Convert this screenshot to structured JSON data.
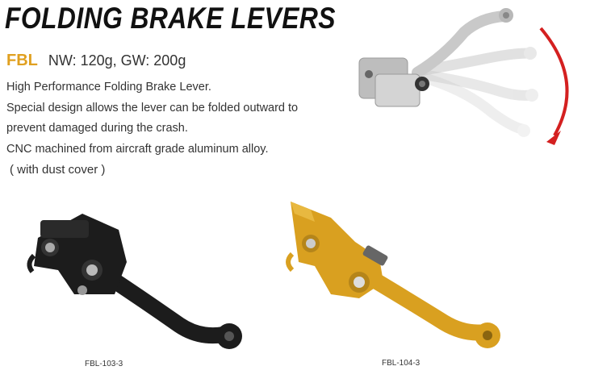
{
  "title": "FOLDING BRAKE LEVERS",
  "model": {
    "code": "FBL",
    "weights": "NW: 120g, GW: 200g"
  },
  "description": [
    "High Performance Folding Brake Lever.",
    "Special design allows the lever can be folded outward to",
    "prevent damaged during the crash.",
    "CNC machined from aircraft grade aluminum alloy."
  ],
  "note": "( with dust cover )",
  "products": [
    {
      "code": "FBL-103-3",
      "finish_color": "#1c1c1c"
    },
    {
      "code": "FBL-104-3",
      "finish_color": "#d9a020"
    }
  ],
  "hero": {
    "finish_color": "#d8d8d8",
    "arrow_color": "#d42020"
  },
  "accent_color": "#e0a020"
}
